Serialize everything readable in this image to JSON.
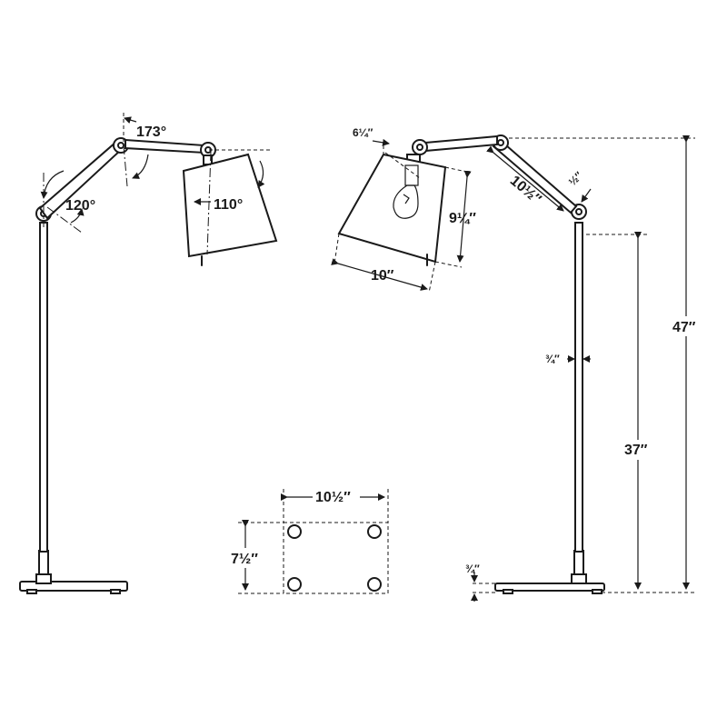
{
  "diagram": {
    "angles": {
      "top_joint": "173°",
      "lower_joint": "120°",
      "shade_tilt": "110°"
    },
    "dimensions": {
      "shade_top": "6¼″",
      "shade_height": "9¼″",
      "shade_width": "10″",
      "upper_arm_length": "10½″",
      "joint_drop": "½″",
      "stem_diameter": "¾″",
      "overall_height": "47″",
      "stem_height": "37″",
      "base_width": "10½″",
      "base_depth": "7½″",
      "base_thickness": "¾″"
    }
  }
}
